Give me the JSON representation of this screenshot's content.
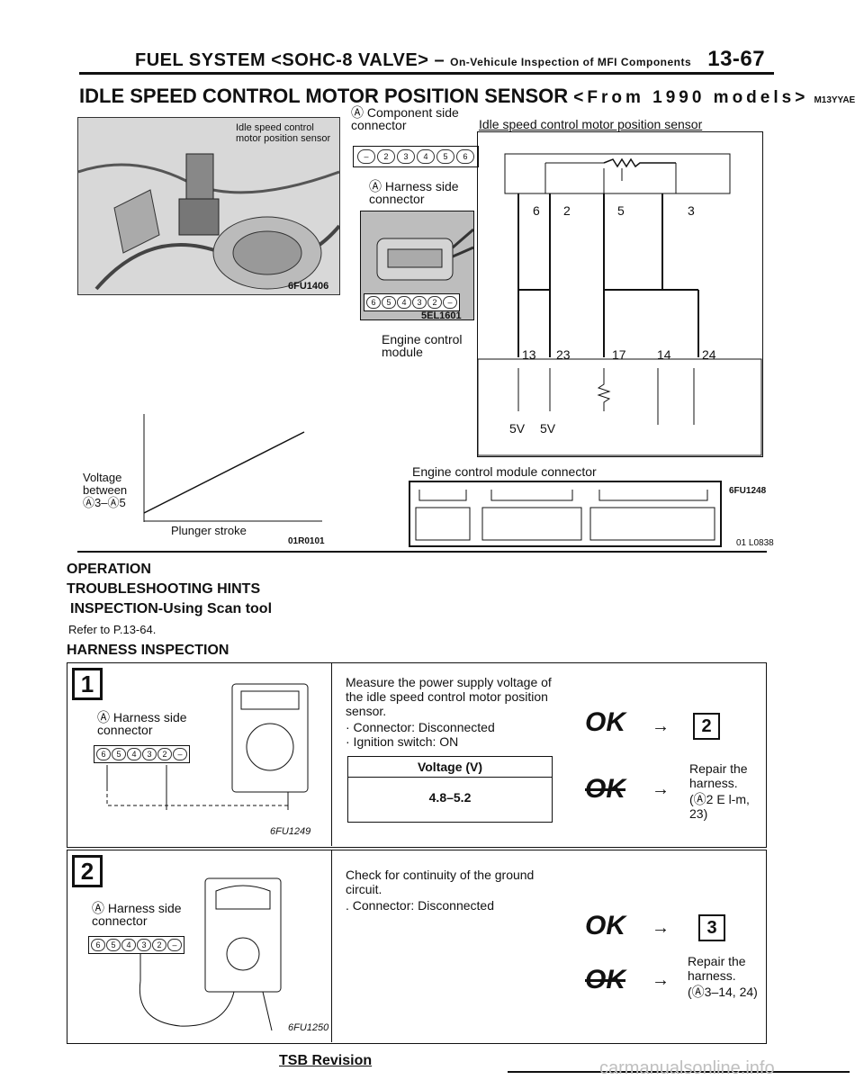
{
  "header": {
    "section": "FUEL SYSTEM <SOHC-8 VALVE> –",
    "subsection": "On-Vehicule Inspection of MFI Components",
    "page": "13-67"
  },
  "title": {
    "main": "IDLE SPEED CONTROL MOTOR POSITION SENSOR",
    "range": "<From 1990 models>",
    "code": "M13YYAE"
  },
  "figure1": {
    "photo_label": "Idle speed control motor position sensor",
    "photo_code": "6FU1406",
    "component_side": "Ⓐ Component side connector",
    "component_pins": [
      "–",
      "2",
      "3",
      "4",
      "5",
      "6"
    ],
    "harness_side": "Ⓐ Harness side connector",
    "harness_pins": [
      "6",
      "5",
      "4",
      "3",
      "2",
      "–"
    ],
    "harness_code": "5EL1601",
    "circuit_title": "Idle speed control motor position sensor",
    "sensor_pins": [
      "6",
      "2",
      "5",
      "3"
    ],
    "ecm_label": "Engine control module",
    "ecm_pins": [
      "13",
      "23",
      "17",
      "14",
      "24"
    ],
    "ecm_volts": [
      "5V",
      "5V"
    ],
    "graph_ylabel": "Voltage between Ⓐ3–Ⓐ5",
    "graph_xlabel": "Plunger stroke",
    "graph_code": "01R0101",
    "ecm_connector_label": "Engine control module connector",
    "ecm_connector_code": "6FU1248",
    "ecm_connector_code2": "01 L0838"
  },
  "sections": {
    "operation": "OPERATION",
    "troubleshooting": "TROUBLESHOOTING HINTS",
    "inspection": "INSPECTION-Using Scan tool",
    "refer": "Refer to P.13-64.",
    "harness": "HARNESS INSPECTION"
  },
  "step1": {
    "num": "1",
    "harness_label": "Ⓐ Harness side connector",
    "pins": [
      "6",
      "5",
      "4",
      "3",
      "2",
      "–"
    ],
    "fig_code": "6FU1249",
    "text": "Measure the power supply voltage of the idle speed control motor position sensor.",
    "bullets": [
      "· Connector: Disconnected",
      "· Ignition switch: ON"
    ],
    "table_header": "Voltage (V)",
    "table_value": "4.8–5.2",
    "ok": "OK",
    "ok_next": "2",
    "ng_action": "Repair the harness.",
    "ng_ref": "(Ⓐ2 E l-m, 23)"
  },
  "step2": {
    "num": "2",
    "harness_label": "Ⓐ Harness side connector",
    "pins": [
      "6",
      "5",
      "4",
      "3",
      "2",
      "–"
    ],
    "fig_code": "6FU1250",
    "text": "Check for continuity of the ground circuit.",
    "bullets": [
      ". Connector: Disconnected"
    ],
    "ok": "OK",
    "ok_next": "3",
    "ng_action": "Repair the harness.",
    "ng_ref": "(Ⓐ3–14, 24)"
  },
  "footer": {
    "tsb": "TSB Revision",
    "watermark": "carmanualsonline.info"
  }
}
